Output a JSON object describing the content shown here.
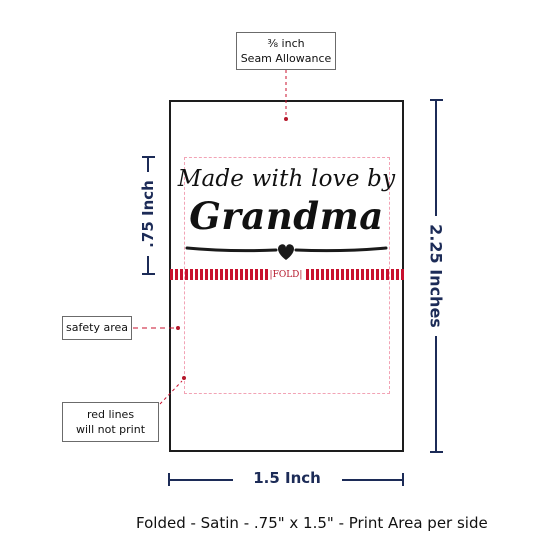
{
  "callouts": {
    "seam_allowance_line1": "⅜ inch",
    "seam_allowance_line2": "Seam Allowance",
    "safety_area": "safety area",
    "red_lines_line1": "red lines",
    "red_lines_line2": "will not print"
  },
  "label": {
    "line1": "Made with love by",
    "line2": "Grandma",
    "fold": "|FOLD|"
  },
  "dimensions": {
    "height_half": ".75 Inch",
    "width": "1.5 Inch",
    "height_full": "2.25 Inches"
  },
  "caption": "Folded - Satin - .75\" x 1.5\" - Print Area per side",
  "colors": {
    "dimension": "#1c2b57",
    "fold_red": "#c8102e",
    "safety_pink": "#f2a3b5",
    "callout_dot": "#b5182b"
  }
}
